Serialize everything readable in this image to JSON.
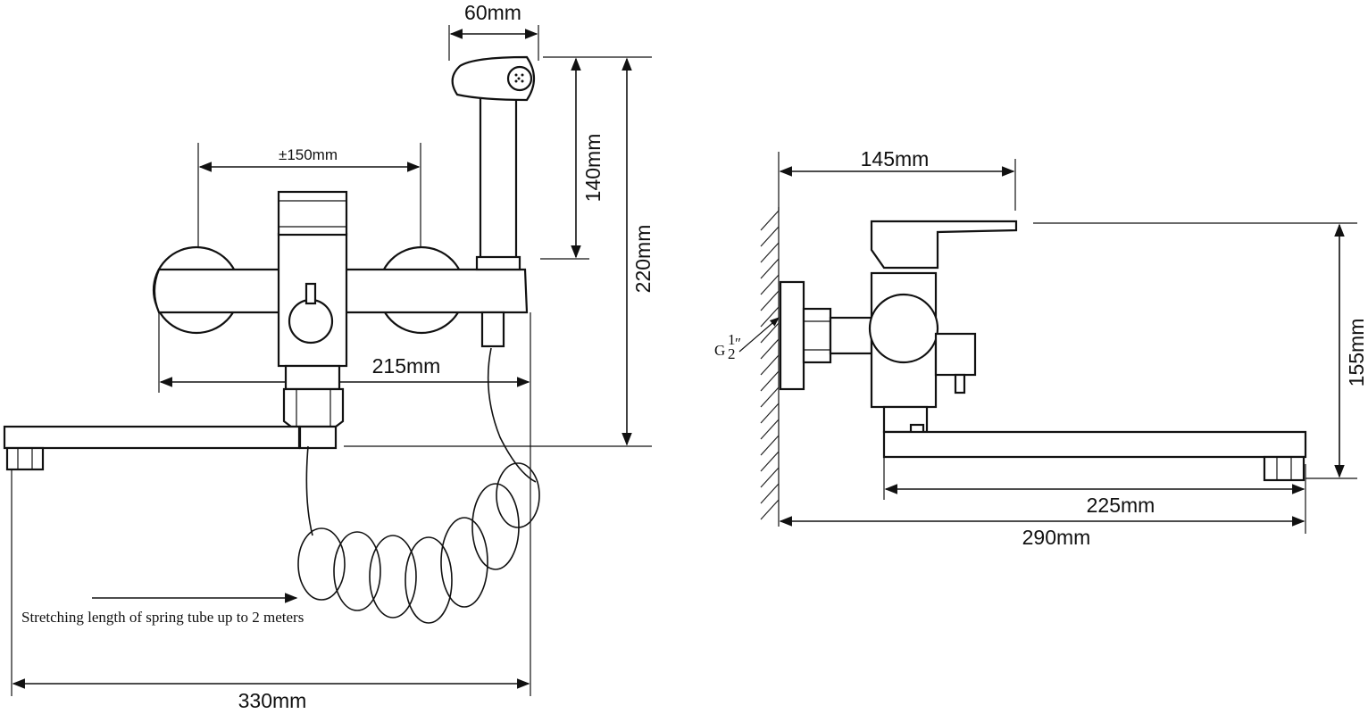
{
  "front_view": {
    "dims": {
      "width_spray_head": "60mm",
      "center_distance": "±150mm",
      "spray_holder_height": "140mm",
      "total_height": "220mm",
      "body_width": "215mm",
      "total_width": "330mm"
    },
    "note": "Stretching length of spring tube up to 2 meters"
  },
  "side_view": {
    "dims": {
      "handle_depth": "145mm",
      "height": "155mm",
      "spout_length": "225mm",
      "total_depth": "290mm"
    },
    "thread": {
      "base": "G",
      "fraction_num": "1",
      "fraction_den": "2",
      "suffix": "″"
    }
  }
}
